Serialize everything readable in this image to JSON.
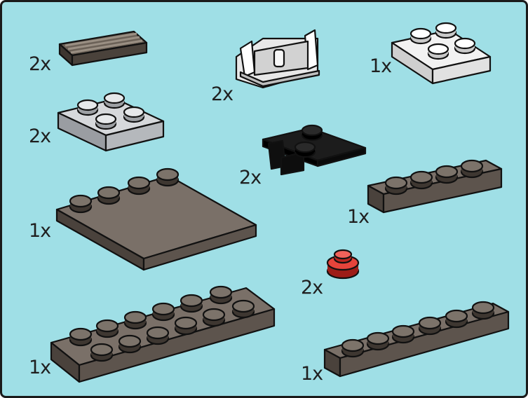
{
  "parts": [
    {
      "id": "tile-grille",
      "quantity": "2x",
      "color": "#5a5048"
    },
    {
      "id": "hinge-white",
      "quantity": "2x",
      "color": "#f4f4f4"
    },
    {
      "id": "plate-2x2-white",
      "quantity": "1x",
      "color": "#f4f4f4"
    },
    {
      "id": "plate-2x2-grey",
      "quantity": "2x",
      "color": "#d7d9dc"
    },
    {
      "id": "hinge-black",
      "quantity": "2x",
      "color": "#141414"
    },
    {
      "id": "plate-1x4-dark",
      "quantity": "1x",
      "color": "#6e655d"
    },
    {
      "id": "plate-4x4-studs-edge",
      "quantity": "1x",
      "color": "#6e655d"
    },
    {
      "id": "round-plate-red",
      "quantity": "2x",
      "color": "#e23a33"
    },
    {
      "id": "plate-2x8-dark",
      "quantity": "1x",
      "color": "#6e655d"
    },
    {
      "id": "plate-1x6-dark",
      "quantity": "1x",
      "color": "#6e655d"
    }
  ],
  "background_color": "#9fdfe6"
}
